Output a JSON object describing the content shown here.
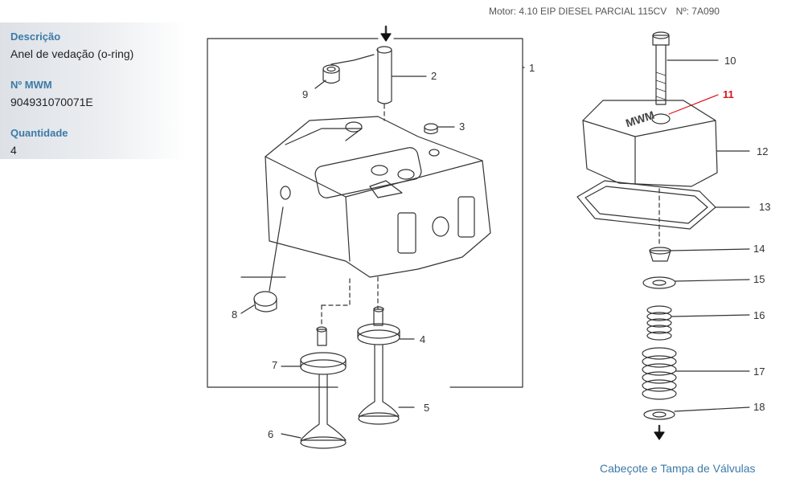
{
  "header": {
    "motor": "Motor: 4.10 EIP DIESEL PARCIAL 115CV",
    "number": "Nº: 7A090"
  },
  "details": {
    "description_label": "Descrição",
    "description_value": "Anel de vedação (o-ring)",
    "mwm_label": "Nº MWM",
    "mwm_value": "904931070071E",
    "quantity_label": "Quantidade",
    "quantity_value": "4"
  },
  "diagram": {
    "callouts": [
      "1",
      "2",
      "3",
      "4",
      "5",
      "6",
      "7",
      "8",
      "9",
      "10",
      "11",
      "12",
      "13",
      "14",
      "15",
      "16",
      "17",
      "18"
    ],
    "highlighted_callout": "11",
    "highlight_color": "#d9141c"
  },
  "footer": {
    "caption": "Cabeçote  e Tampa de Válvulas"
  },
  "colors": {
    "label_blue": "#3c7aa8",
    "panel_gray": "#dde1e6"
  }
}
